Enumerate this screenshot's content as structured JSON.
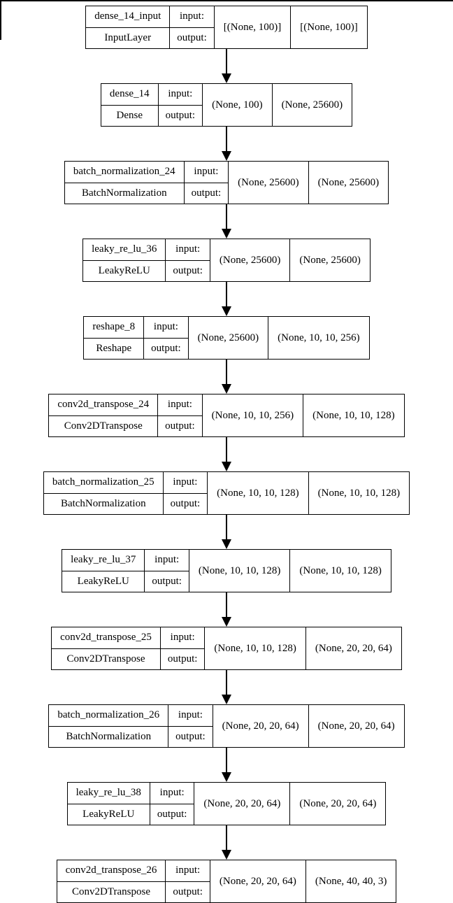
{
  "diagram": {
    "type": "keras-model-plot",
    "io_labels": {
      "input": "input:",
      "output": "output:"
    },
    "colors": {
      "border": "#000000",
      "background": "#ffffff",
      "text": "#000000"
    },
    "layers": [
      {
        "name": "dense_14_input",
        "class": "InputLayer",
        "input_shape": "[(None, 100)]",
        "output_shape": "[(None, 100)]"
      },
      {
        "name": "dense_14",
        "class": "Dense",
        "input_shape": "(None, 100)",
        "output_shape": "(None, 25600)"
      },
      {
        "name": "batch_normalization_24",
        "class": "BatchNormalization",
        "input_shape": "(None, 25600)",
        "output_shape": "(None, 25600)"
      },
      {
        "name": "leaky_re_lu_36",
        "class": "LeakyReLU",
        "input_shape": "(None, 25600)",
        "output_shape": "(None, 25600)"
      },
      {
        "name": "reshape_8",
        "class": "Reshape",
        "input_shape": "(None, 25600)",
        "output_shape": "(None, 10, 10, 256)"
      },
      {
        "name": "conv2d_transpose_24",
        "class": "Conv2DTranspose",
        "input_shape": "(None, 10, 10, 256)",
        "output_shape": "(None, 10, 10, 128)"
      },
      {
        "name": "batch_normalization_25",
        "class": "BatchNormalization",
        "input_shape": "(None, 10, 10, 128)",
        "output_shape": "(None, 10, 10, 128)"
      },
      {
        "name": "leaky_re_lu_37",
        "class": "LeakyReLU",
        "input_shape": "(None, 10, 10, 128)",
        "output_shape": "(None, 10, 10, 128)"
      },
      {
        "name": "conv2d_transpose_25",
        "class": "Conv2DTranspose",
        "input_shape": "(None, 10, 10, 128)",
        "output_shape": "(None, 20, 20, 64)"
      },
      {
        "name": "batch_normalization_26",
        "class": "BatchNormalization",
        "input_shape": "(None, 20, 20, 64)",
        "output_shape": "(None, 20, 20, 64)"
      },
      {
        "name": "leaky_re_lu_38",
        "class": "LeakyReLU",
        "input_shape": "(None, 20, 20, 64)",
        "output_shape": "(None, 20, 20, 64)"
      },
      {
        "name": "conv2d_transpose_26",
        "class": "Conv2DTranspose",
        "input_shape": "(None, 20, 20, 64)",
        "output_shape": "(None, 40, 40, 3)"
      }
    ]
  }
}
